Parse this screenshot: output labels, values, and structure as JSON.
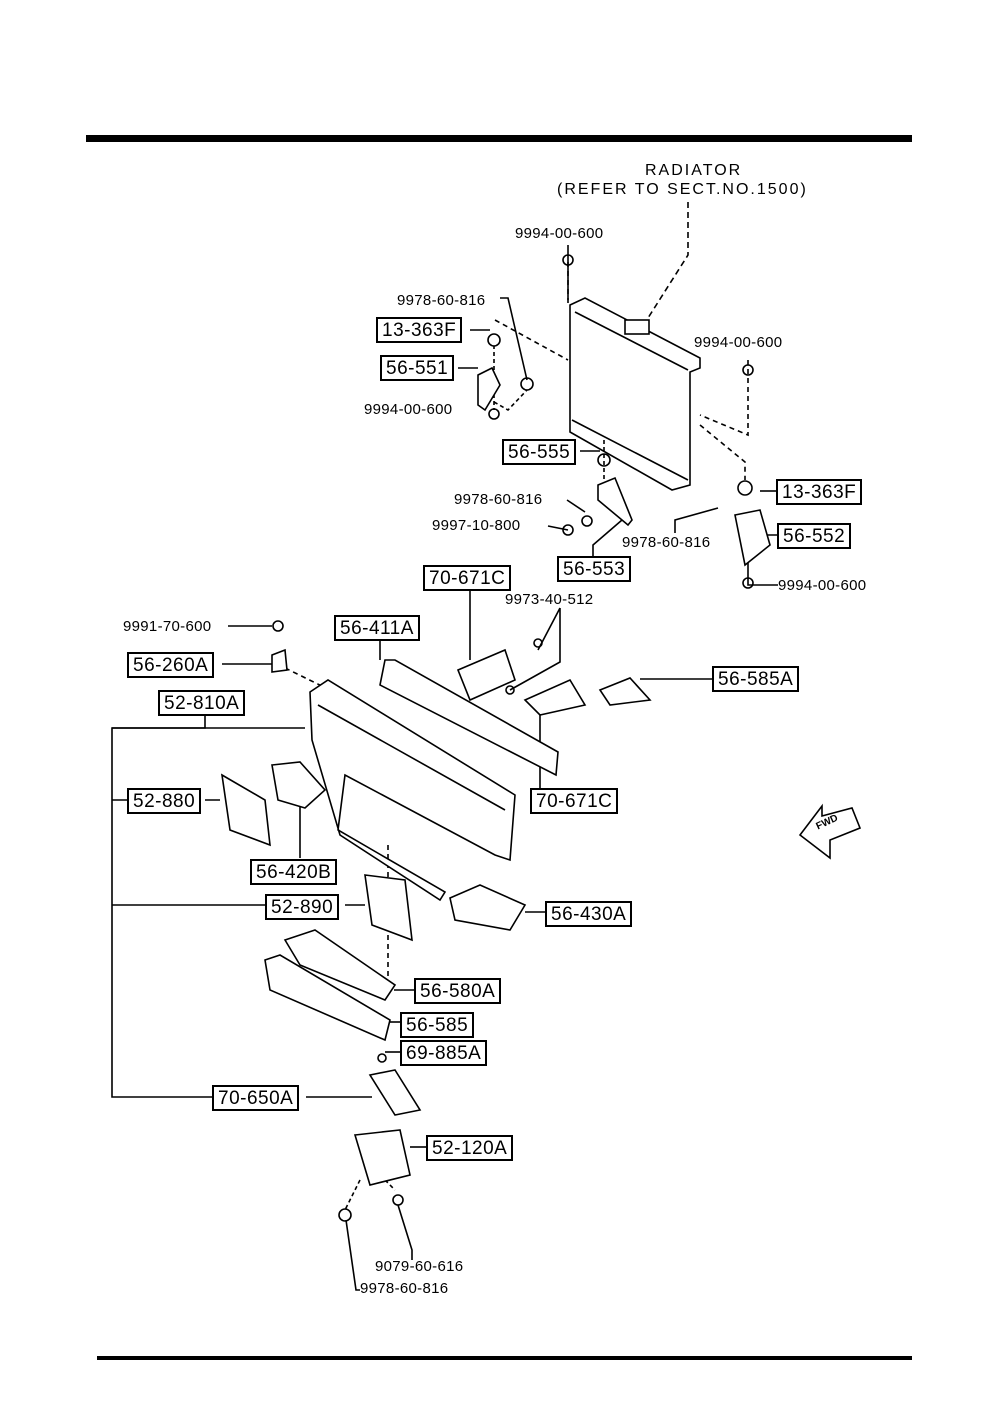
{
  "radiator_note": {
    "title": "RADIATOR",
    "reference": "(REFER TO SECT.NO.1500)"
  },
  "direction_marker": "FWD",
  "part_labels": {
    "p_9994_top": "9994-00-600",
    "p_9978_left": "9978-60-816",
    "p_13363f_left": "13-363F",
    "p_56551": "56-551",
    "p_9994_left": "9994-00-600",
    "p_9994_right": "9994-00-600",
    "p_56555": "56-555",
    "p_9978_mid": "9978-60-816",
    "p_9997": "9997-10-800",
    "p_56553": "56-553",
    "p_13363f_right": "13-363F",
    "p_9978_right": "9978-60-816",
    "p_56552": "56-552",
    "p_9994_bottom_right": "9994-00-600",
    "p_70671c_top": "70-671C",
    "p_9973": "9973-40-512",
    "p_9991": "9991-70-600",
    "p_56411a": "56-411A",
    "p_56260a": "56-260A",
    "p_52810a": "52-810A",
    "p_56585a": "56-585A",
    "p_52880": "52-880",
    "p_70671c_bottom": "70-671C",
    "p_56420b": "56-420B",
    "p_52890": "52-890",
    "p_56430a": "56-430A",
    "p_56580a": "56-580A",
    "p_56585": "56-585",
    "p_69885a": "69-885A",
    "p_70650a": "70-650A",
    "p_52120a": "52-120A",
    "p_9079": "9079-60-616",
    "p_9978_bottom": "9978-60-816"
  }
}
